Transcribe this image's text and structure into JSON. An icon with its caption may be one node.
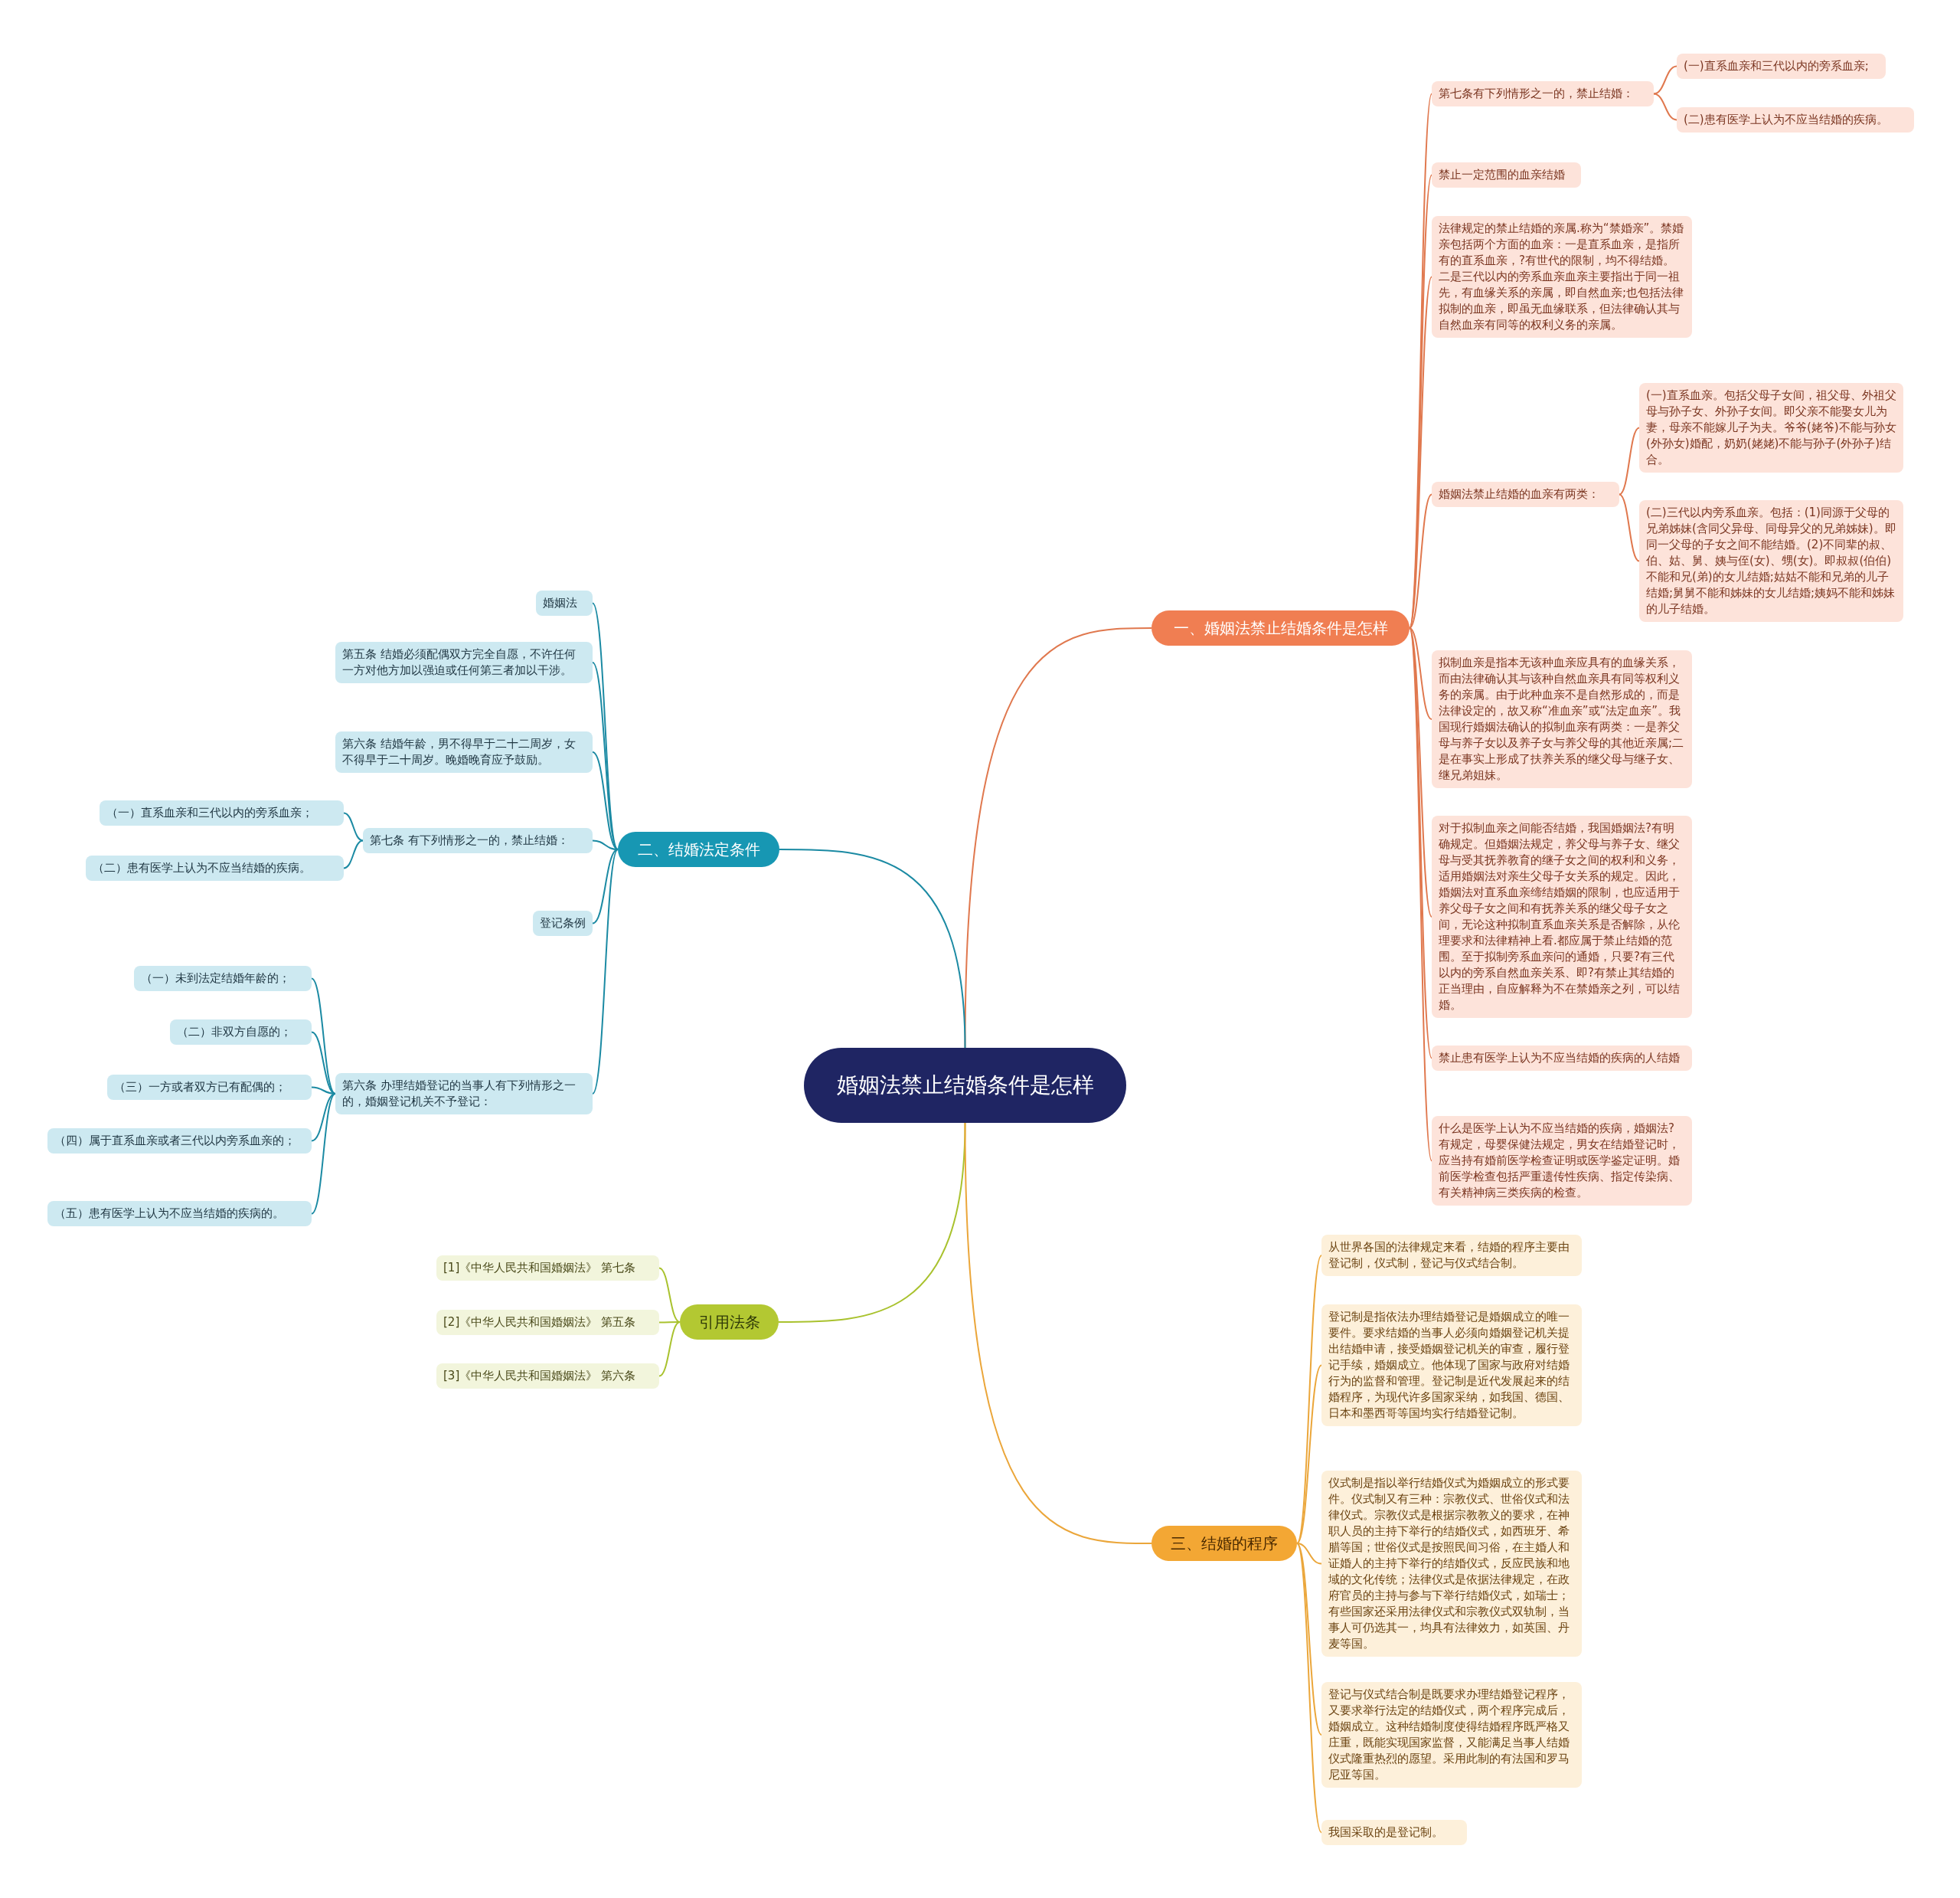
{
  "diagram": {
    "nodes": [
      {
        "text": [
          "婚姻法禁止结婚条件是怎样"
        ]
      },
      {
        "text": [
          "一、婚姻法禁止结婚条件是怎样"
        ]
      },
      {
        "text": [
          "第七条有下列情形之一的，禁止结婚："
        ]
      },
      {
        "text": [
          "(一)直系血亲和三代以内的旁系血亲;"
        ]
      },
      {
        "text": [
          "(二)患有医学上认为不应当结婚的疾病。"
        ]
      },
      {
        "text": [
          "禁止一定范围的血亲结婚"
        ]
      },
      {
        "text": [
          "法律规定的禁止结婚的亲属.称为“禁婚亲”。禁婚亲包括两个方面的血亲：一是直系血亲，是指所有的直系血亲，?有世代的限制，均不得结婚。二是三代以内的旁系血亲血亲主要指出于同一祖先，有血缘关系的亲属，即自然血亲;也包括法律拟制的血亲，即虽无血缘联系，但法律确认其与自然血亲有同等的权利义务的亲属。"
        ]
      },
      {
        "text": [
          "婚姻法禁止结婚的血亲有两类："
        ]
      },
      {
        "text": [
          "(一)直系血亲。包括父母子女间，祖父母、外祖父母与孙子女、外孙子女间。即父亲不能娶女儿为妻，母亲不能嫁儿子为夫。爷爷(姥爷)不能与孙女(外孙女)婚配，奶奶(姥姥)不能与孙子(外孙子)结合。"
        ]
      },
      {
        "text": [
          "(二)三代以内旁系血亲。包括：(1)同源于父母的兄弟姊妹(含同父异母、同母异父的兄弟姊妹)。即同一父母的子女之间不能结婚。(2)不同辈的叔、伯、姑、舅、姨与侄(女)、甥(女)。即叔叔(伯伯)不能和兄(弟)的女儿结婚;姑姑不能和兄弟的儿子结婚;舅舅不能和姊妹的女儿结婚;姨妈不能和姊妹的儿子结婚。"
        ]
      },
      {
        "text": [
          "拟制血亲是指本无该种血亲应具有的血缘关系，而由法律确认其与该种自然血亲具有同等权利义务的亲属。由于此种血亲不是自然形成的，而是法律设定的，故又称“准血亲”或“法定血亲”。我国现行婚姻法确认的拟制血亲有两类：一是养父母与养子女以及养子女与养父母的其他近亲属;二是在事实上形成了扶养关系的继父母与继子女、继兄弟姐妹。"
        ]
      },
      {
        "text": [
          "对于拟制血亲之间能否结婚，我国婚姻法?有明确规定。但婚姻法规定，养父母与养子女、继父母与受其抚养教育的继子女之间的权利和义务，适用婚姻法对亲生父母子女关系的规定。因此，婚姻法对直系血亲缔结婚姻的限制，也应适用于养父母子女之间和有抚养关系的继父母子女之间，无论这种拟制直系血亲关系是否解除，从伦理要求和法律精神上看.都应属于禁止结婚的范围。至于拟制旁系血亲问的通婚，只要?有三代以内的旁系自然血亲关系、即?有禁止其结婚的正当理由，自应解释为不在禁婚亲之列，可以结婚。"
        ]
      },
      {
        "text": [
          "禁止患有医学上认为不应当结婚的疾病的人结婚"
        ]
      },
      {
        "text": [
          "什么是医学上认为不应当结婚的疾病，婚姻法?有规定，母婴保健法规定，男女在结婚登记时，应当持有婚前医学检查证明或医学鉴定证明。婚前医学检查包括严重遗传性疾病、指定传染病、有关精神病三类疾病的检查。"
        ]
      },
      {
        "text": [
          "二、结婚法定条件"
        ]
      },
      {
        "text": [
          "婚姻法"
        ]
      },
      {
        "text": [
          "第五条 结婚必须配偶双方完全自愿，不许任何一方对他方加以强迫或任何第三者加以干涉。"
        ]
      },
      {
        "text": [
          "第六条 结婚年龄，男不得早于二十二周岁，女不得早于二十周岁。晚婚晚育应予鼓励。"
        ]
      },
      {
        "text": [
          "第七条 有下列情形之一的，禁止结婚："
        ]
      },
      {
        "text": [
          "（一）直系血亲和三代以内的旁系血亲；"
        ]
      },
      {
        "text": [
          "（二）患有医学上认为不应当结婚的疾病。"
        ]
      },
      {
        "text": [
          "登记条例"
        ]
      },
      {
        "text": [
          "第六条 办理结婚登记的当事人有下列情形之一的，婚姻登记机关不予登记："
        ]
      },
      {
        "text": [
          "（一）未到法定结婚年龄的；"
        ]
      },
      {
        "text": [
          "（二）非双方自愿的；"
        ]
      },
      {
        "text": [
          "（三）一方或者双方已有配偶的；"
        ]
      },
      {
        "text": [
          "（四）属于直系血亲或者三代以内旁系血亲的；"
        ]
      },
      {
        "text": [
          "（五）患有医学上认为不应当结婚的疾病的。"
        ]
      },
      {
        "text": [
          "引用法条"
        ]
      },
      {
        "text": [
          "[1]《中华人民共和国婚姻法》 第七条"
        ]
      },
      {
        "text": [
          "[2]《中华人民共和国婚姻法》 第五条"
        ]
      },
      {
        "text": [
          "[3]《中华人民共和国婚姻法》 第六条"
        ]
      },
      {
        "text": [
          "三、结婚的程序"
        ]
      },
      {
        "text": [
          "从世界各国的法律规定来看，结婚的程序主要由登记制，仪式制，登记与仪式结合制。"
        ]
      },
      {
        "text": [
          "登记制是指依法办理结婚登记是婚姻成立的唯一要件。要求结婚的当事人必须向婚姻登记机关提出结婚申请，接受婚姻登记机关的审查，履行登记手续，婚姻成立。他体现了国家与政府对结婚行为的监督和管理。登记制是近代发展起来的结婚程序，为现代许多国家采纳，如我国、德国、日本和墨西哥等国均实行结婚登记制。"
        ]
      },
      {
        "text": [
          "仪式制是指以举行结婚仪式为婚姻成立的形式要件。仪式制又有三种：宗教仪式、世俗仪式和法律仪式。宗教仪式是根据宗教教义的要求，在神职人员的主持下举行的结婚仪式，如西班牙、希腊等国；世俗仪式是按照民间习俗，在主婚人和证婚人的主持下举行的结婚仪式，反应民族和地域的文化传统；法律仪式是依据法律规定，在政府官员的主持与参与下举行结婚仪式，如瑞士；有些国家还采用法律仪式和宗教仪式双轨制，当事人可仍选其一，均具有法律效力，如英国、丹麦等国。"
        ]
      },
      {
        "text": [
          "登记与仪式结合制是既要求办理结婚登记程序，又要求举行法定的结婚仪式，两个程序完成后，婚姻成立。这种结婚制度使得结婚程序既严格又庄重，既能实现国家监督，又能满足当事人结婚仪式隆重热烈的愿望。采用此制的有法国和罗马尼亚等国。"
        ]
      },
      {
        "text": [
          "我国采取的是登记制。"
        ]
      }
    ],
    "edges": [
      {
        "from": 0,
        "to": 1,
        "arrow": "none",
        "color": "#e0784e"
      },
      {
        "from": 1,
        "to": 2,
        "arrow": "none",
        "color": "#e0784e"
      },
      {
        "from": 2,
        "to": 3,
        "arrow": "none",
        "color": "#e0784e"
      },
      {
        "from": 2,
        "to": 4,
        "arrow": "none",
        "color": "#e0784e"
      },
      {
        "from": 1,
        "to": 5,
        "arrow": "none",
        "color": "#e0784e"
      },
      {
        "from": 1,
        "to": 6,
        "arrow": "none",
        "color": "#e0784e"
      },
      {
        "from": 1,
        "to": 7,
        "arrow": "none",
        "color": "#e0784e"
      },
      {
        "from": 7,
        "to": 8,
        "arrow": "none",
        "color": "#e0784e"
      },
      {
        "from": 7,
        "to": 9,
        "arrow": "none",
        "color": "#e0784e"
      },
      {
        "from": 1,
        "to": 10,
        "arrow": "none",
        "color": "#e0784e"
      },
      {
        "from": 1,
        "to": 11,
        "arrow": "none",
        "color": "#e0784e"
      },
      {
        "from": 1,
        "to": 12,
        "arrow": "none",
        "color": "#e0784e"
      },
      {
        "from": 1,
        "to": 13,
        "arrow": "none",
        "color": "#e0784e"
      },
      {
        "from": 0,
        "to": 14,
        "arrow": "none",
        "color": "#1b8aa3"
      },
      {
        "from": 14,
        "to": 15,
        "arrow": "none",
        "color": "#1b8aa3"
      },
      {
        "from": 14,
        "to": 16,
        "arrow": "none",
        "color": "#1b8aa3"
      },
      {
        "from": 14,
        "to": 17,
        "arrow": "none",
        "color": "#1b8aa3"
      },
      {
        "from": 14,
        "to": 18,
        "arrow": "none",
        "color": "#1b8aa3"
      },
      {
        "from": 18,
        "to": 19,
        "arrow": "none",
        "color": "#1b8aa3"
      },
      {
        "from": 18,
        "to": 20,
        "arrow": "none",
        "color": "#1b8aa3"
      },
      {
        "from": 14,
        "to": 21,
        "arrow": "none",
        "color": "#1b8aa3"
      },
      {
        "from": 14,
        "to": 22,
        "arrow": "none",
        "color": "#1b8aa3"
      },
      {
        "from": 22,
        "to": 23,
        "arrow": "none",
        "color": "#1b8aa3"
      },
      {
        "from": 22,
        "to": 24,
        "arrow": "none",
        "color": "#1b8aa3"
      },
      {
        "from": 22,
        "to": 25,
        "arrow": "none",
        "color": "#1b8aa3"
      },
      {
        "from": 22,
        "to": 26,
        "arrow": "none",
        "color": "#1b8aa3"
      },
      {
        "from": 22,
        "to": 27,
        "arrow": "none",
        "color": "#1b8aa3"
      },
      {
        "from": 0,
        "to": 28,
        "arrow": "none",
        "color": "#a9c22e"
      },
      {
        "from": 28,
        "to": 29,
        "arrow": "none",
        "color": "#a9c22e"
      },
      {
        "from": 28,
        "to": 30,
        "arrow": "none",
        "color": "#a9c22e"
      },
      {
        "from": 28,
        "to": 31,
        "arrow": "none",
        "color": "#a9c22e"
      },
      {
        "from": 0,
        "to": 32,
        "arrow": "none",
        "color": "#eba63a"
      },
      {
        "from": 32,
        "to": 33,
        "arrow": "none",
        "color": "#eba63a"
      },
      {
        "from": 32,
        "to": 34,
        "arrow": "none",
        "color": "#eba63a"
      },
      {
        "from": 32,
        "to": 35,
        "arrow": "none",
        "color": "#eba63a"
      },
      {
        "from": 32,
        "to": 36,
        "arrow": "none",
        "color": "#eba63a"
      },
      {
        "from": 32,
        "to": 37,
        "arrow": "none",
        "color": "#eba63a"
      }
    ]
  }
}
